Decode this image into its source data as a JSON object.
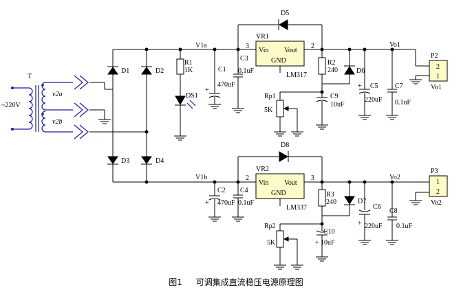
{
  "transformer": {
    "ref": "T",
    "input": "~220V",
    "sec_a": "v2a",
    "sec_b": "v2b"
  },
  "diodes": {
    "d1": "D1",
    "d2": "D2",
    "d3": "D3",
    "d4": "D4",
    "d5": "D5",
    "d6": "D6",
    "d7": "D7",
    "d8": "D8"
  },
  "nodes": {
    "v1a": "V1a",
    "v1b": "V1b",
    "vo1": "Vo1",
    "vo2": "Vo2"
  },
  "r1": {
    "ref": "R1",
    "value": "1K"
  },
  "ds1": "DS1",
  "c1": {
    "ref": "C1",
    "value": "470uF"
  },
  "c2": {
    "ref": "C2",
    "value": "470uF"
  },
  "c3": {
    "ref": "C3",
    "value": "0.1uF"
  },
  "c4": {
    "ref": "C4",
    "value": "0.1uF"
  },
  "c5": {
    "ref": "C5",
    "value": "220uF"
  },
  "c6": {
    "ref": "C6",
    "value": "220uF"
  },
  "c7": {
    "ref": "C7",
    "value": "0.1uF"
  },
  "c8": {
    "ref": "C8",
    "value": "0.1uF"
  },
  "c9": {
    "ref": "C9",
    "value": "10uF"
  },
  "c10": {
    "ref": "C10",
    "value": "10uF"
  },
  "r2": {
    "ref": "R2",
    "value": "240"
  },
  "r3": {
    "ref": "R3",
    "value": "240"
  },
  "rp1": {
    "ref": "Rp1",
    "value": "5K"
  },
  "rp2": {
    "ref": "Rp2",
    "value": "5K"
  },
  "vr1": {
    "ref": "VR1",
    "vin": "Vin",
    "vout": "Vout",
    "gnd": "GND",
    "part": "LM317",
    "pin_in": "3",
    "pin_out": "2"
  },
  "vr2": {
    "ref": "VR2",
    "vin": "Vin",
    "vout": "Vout",
    "gnd": "GND",
    "part": "LM337",
    "pin_in": "2",
    "pin_out": "3"
  },
  "p2": {
    "ref": "P2",
    "pin_top": "2",
    "pin_bottom": "1",
    "net": "Vo1"
  },
  "p3": {
    "ref": "P3",
    "pin_top": "1",
    "pin_bottom": "2",
    "net": "Vo2"
  },
  "caption": {
    "fig": "图1",
    "title": "可调集成直流稳压电源原理图"
  }
}
